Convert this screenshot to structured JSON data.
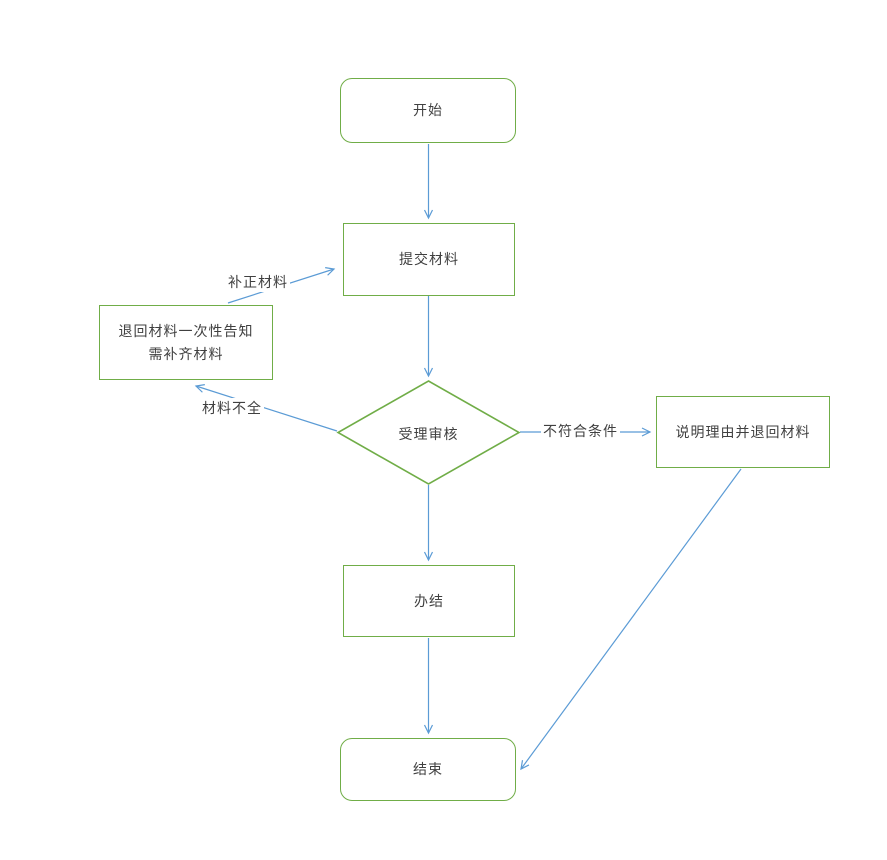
{
  "diagram": {
    "nodes": {
      "start": {
        "label": "开始"
      },
      "submit": {
        "label": "提交材料"
      },
      "return_notice": {
        "line1": "退回材料一次性告知",
        "line2": "需补齐材料"
      },
      "review": {
        "label": "受理审核"
      },
      "reject": {
        "label": "说明理由并退回材料"
      },
      "finish": {
        "label": "办结"
      },
      "end": {
        "label": "结束"
      }
    },
    "edge_labels": {
      "supplement": "补正材料",
      "incomplete": "材料不全",
      "not_qualified": "不符合条件"
    },
    "colors": {
      "shape_border": "#70ad47",
      "arrow": "#5b9bd5",
      "text": "#404040",
      "background": "#ffffff"
    }
  }
}
